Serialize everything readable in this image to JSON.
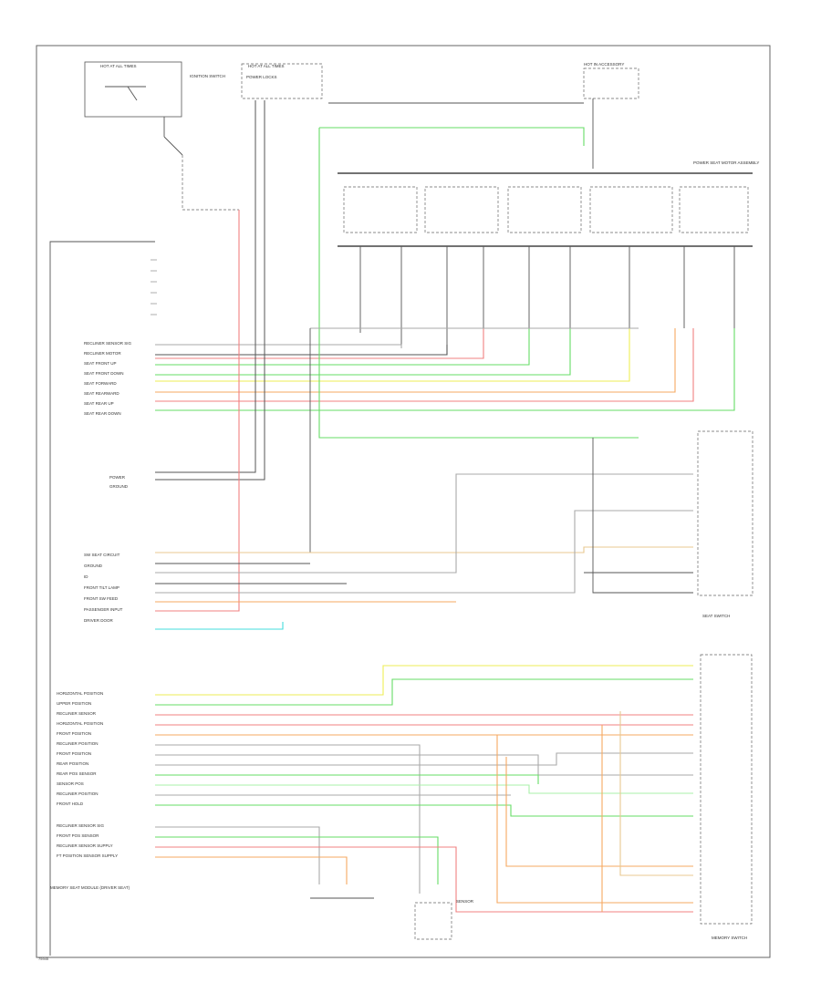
{
  "page": {
    "footer_code": "75945"
  },
  "wire_colors": {
    "red": "#f08080",
    "green": "#66dd66",
    "yellow": "#eeee55",
    "orange": "#f6a860",
    "tan": "#e8c890",
    "cyan": "#44dddd",
    "light_green": "#aaf0aa",
    "gray": "#aaaaaa",
    "black": "#555555"
  },
  "top": {
    "ignition_box_label": "HOT AT ALL TIMES",
    "ignition_label": "IGNITION SWITCH",
    "fuse_box_label": "HOT AT ALL TIMES",
    "fuse_box_text": "POWER LOCKS",
    "right_box_label": "HOT IN ACCESSORY",
    "motor_header": "POWER SEAT MOTOR ASSEMBLY"
  },
  "left_labels": {
    "group1": [
      "RECLINER SENSOR SIG",
      "RECLINER MOTOR",
      "SEAT FRONT UP",
      "SEAT FRONT DOWN",
      "SEAT FORWARD",
      "SEAT REARWARD",
      "SEAT REAR UP",
      "SEAT REAR DOWN"
    ],
    "group2": [
      "POWER",
      "GROUND"
    ],
    "group3": [
      "SW SEAT CIRCUIT",
      "GROUND",
      "ID",
      "FRONT TILT LAMP",
      "FRONT SW FEED",
      "PASSENGER INPUT",
      "DRIVER DOOR"
    ],
    "group4": [
      "HORIZONTAL POSITION",
      "UPPER POSITION",
      "RECLINER SENSOR",
      "HORIZONTAL POSITION",
      "FRONT POSITION",
      "RECLINER POSITION",
      "FRONT POSITION",
      "REAR POSITION",
      "REAR POS SENSOR",
      "SENSOR POS",
      "RECLINER POSITION",
      "FRONT HOLD"
    ],
    "group5": [
      "RECLINER SENSOR SIG",
      "FRONT POS SENSOR",
      "RECLINER SENSOR SUPPLY",
      "FT POSITION SENSOR SUPPLY"
    ],
    "module_label": "MEMORY SEAT MODULE (DRIVER SEAT)"
  },
  "right": {
    "seat_switch": "SEAT SWITCH",
    "memory_switch": "MEMORY SWITCH",
    "lower_label": "MEMORY SWITCH",
    "sensor_label": "SENSOR"
  }
}
